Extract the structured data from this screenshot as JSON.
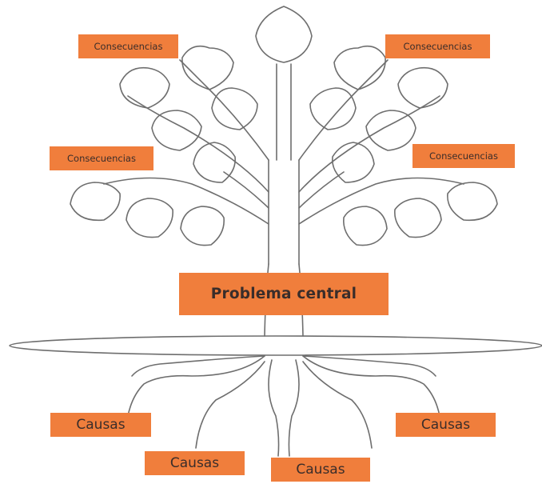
{
  "consequences": [
    "Consecuencias",
    "Consecuencias",
    "Consecuencias",
    "Consecuencias"
  ],
  "central_problem": "Problema central",
  "causes": [
    "Causas",
    "Causas",
    "Causas",
    "Causas"
  ],
  "colors": {
    "label_fill": "#f07e3c",
    "label_text": "#3a2d2a",
    "outline": "#6e6e6e",
    "background": "#ffffff"
  }
}
